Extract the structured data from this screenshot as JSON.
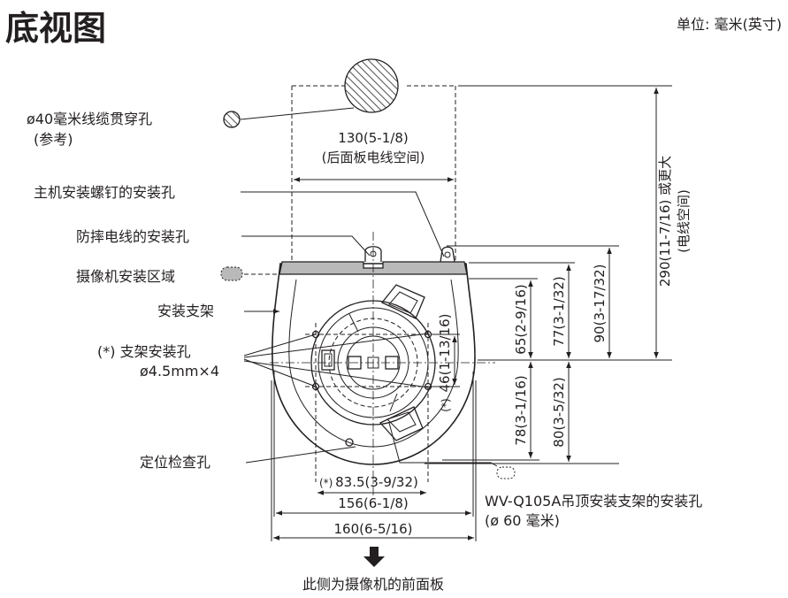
{
  "title": "底视图",
  "unit": "单位: 毫米(英寸)",
  "labels": {
    "cable_hole": "ø40毫米线缆贯穿孔",
    "cable_hole_ref": "(参考)",
    "main_screw_hole": "主机安装螺钉的安装孔",
    "drop_wire_hole": "防摔电线的安装孔",
    "camera_area": "摄像机安装区域",
    "bracket": "安装支架",
    "bracket_hole": "(*) 支架安装孔",
    "bracket_hole_size": "ø4.5mm×4",
    "positioning_hole": "定位检查孔",
    "ceiling_mount": "WV-Q105A吊顶安装支架的安装孔",
    "ceiling_mount_size": "(ø 60 毫米)",
    "front_note": "此侧为摄像机的前面板"
  },
  "dims": {
    "rear_space": "130(5-1/8)",
    "rear_space_note": "(后面板电线空间)",
    "d290": "290(11-7/16) 或更大",
    "d290_note": "(电线空间)",
    "d65": "65(2-9/16)",
    "d77": "77(3-1/32)",
    "d90": "90(3-17/32)",
    "d46": "46(1-13/16)",
    "d46_mark": "(*)",
    "d78": "78(3-1/16)",
    "d80": "80(3-5/32)",
    "d83": "83.5(3-9/32)",
    "d83_mark": "(*)",
    "d156": "156(6-1/8)",
    "d160": "160(6-5/16)"
  }
}
